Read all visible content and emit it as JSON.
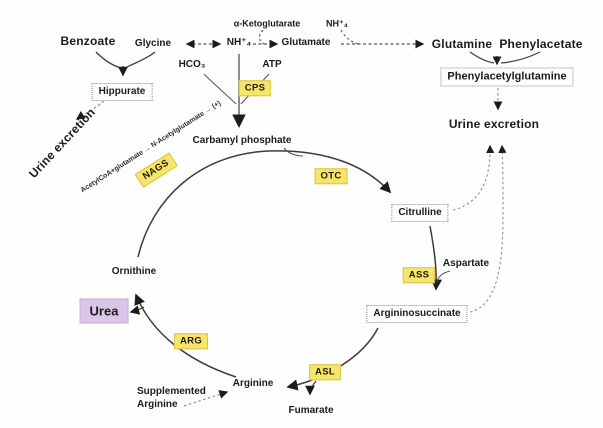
{
  "labels": {
    "benzoate": "Benzoate",
    "glycine": "Glycine",
    "ammonium": "NH⁺₄",
    "ammonium_top": "NH⁺₄",
    "alpha_ketoglutarate": "α-Ketoglutarate",
    "glutamate": "Glutamate",
    "glutamine": "Glutamine",
    "phenylacetate": "Phenylacetate",
    "phenylacetylglutamine": "Phenylacetylglutamine",
    "urine_excretion_right": "Urine excretion",
    "urine_excretion_left": "Urine excretion",
    "hippurate": "Hippurate",
    "hco3": "HCO₃",
    "atp": "ATP",
    "carbamyl_phosphate": "Carbamyl phosphate",
    "nags_reaction": "AcetylCoA+glutamate → N-Acetylglutamate → (+)",
    "citrulline": "Citrulline",
    "aspartate": "Aspartate",
    "argininosuccinate": "Argininosuccinate",
    "fumarate": "Fumarate",
    "arginine": "Arginine",
    "ornithine": "Ornithine",
    "urea": "Urea",
    "supplemented_line1": "Supplemented",
    "supplemented_line2": "Arginine"
  },
  "enzymes": {
    "cps": "CPS",
    "nags": "NAGS",
    "otc": "OTC",
    "ass": "ASS",
    "asl": "ASL",
    "arg": "ARG"
  },
  "colors": {
    "enzyme_bg": "#f6e56d",
    "enzyme_border": "#dcc43c",
    "urea_bg": "#dbc5e8",
    "arrow": "#3c3c3c",
    "dashed_dark": "#555555",
    "dashed_light": "#8f8f8f"
  }
}
